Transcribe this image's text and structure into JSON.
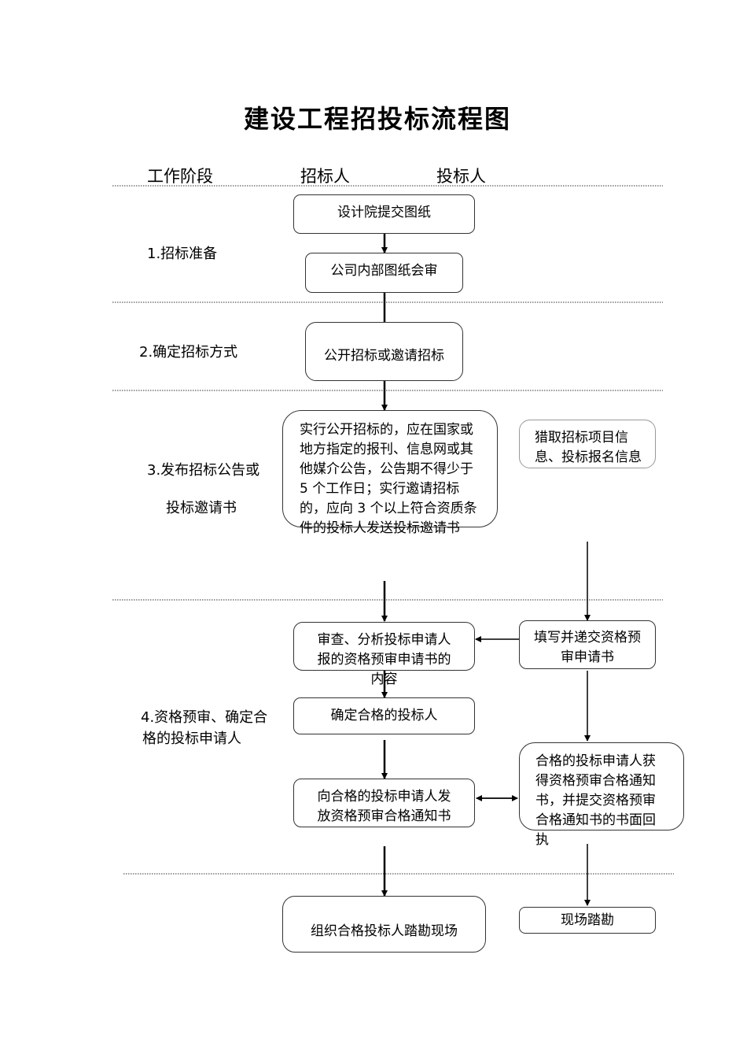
{
  "title": "建设工程招投标流程图",
  "headers": {
    "stage": "工作阶段",
    "tenderer": "招标人",
    "bidder": "投标人"
  },
  "stages": {
    "s1": "1.招标准备",
    "s2": "2.确定招标方式",
    "s3_line1": "3.发布招标公告或",
    "s3_line2": "投标邀请书",
    "s4_line1": "4.资格预审、确定合",
    "s4_line2": "格的投标申请人"
  },
  "nodes": {
    "design_submit": "设计院提交图纸",
    "internal_review": "公司内部图纸会审",
    "tender_method": "公开招标或邀请招标",
    "publish_notice": "实行公开招标的，应在国家或地方指定的报刊、信息网或其他媒介公告，公告期不得少于 5 个工作日；实行邀请招标的，应向 3 个以上符合资质条件的投标人发送投标邀请书",
    "obtain_info": "猎取招标项目信息、投标报名信息",
    "review_application": "审查、分析投标申请人报的资格预审申请书的内容",
    "fill_application": "填写并递交资格预审申请书",
    "confirm_bidders": "确定合格的投标人",
    "issue_notice": "向合格的投标申请人发放资格预审合格通知书",
    "receive_notice": "合格的投标申请人获得资格预审合格通知书，并提交资格预审合格通知书的书面回执",
    "organize_visit": "组织合格投标人踏勘现场",
    "site_visit": "现场踏勘"
  }
}
